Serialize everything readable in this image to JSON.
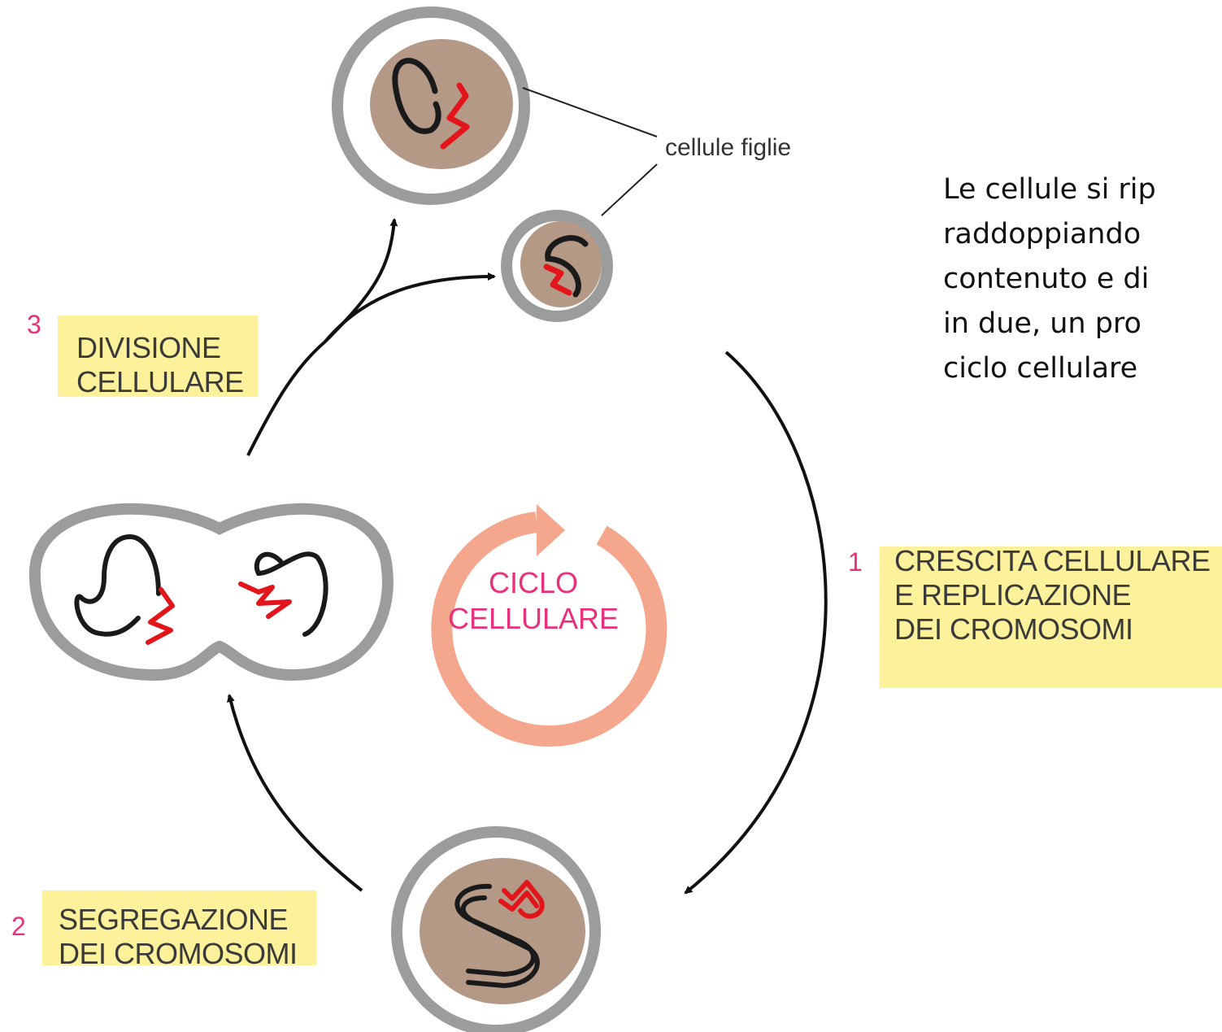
{
  "colors": {
    "membrane": "#9b9d9c",
    "nucleus": "#b49987",
    "chromosome_black": "#1a1a1a",
    "chromosome_red": "#e2151b",
    "cycle_arrow": "#f4a78c",
    "label_bg": "#fdf29b",
    "accent": "#e8317a"
  },
  "daughter_cells_label": "cellule figlie",
  "cycle_center": {
    "line1": "CICLO",
    "line2": "CELLULARE"
  },
  "steps": [
    {
      "number": "1",
      "line1": "CRESCITA CELLULARE",
      "line2": "E REPLICAZIONE",
      "line3": "DEI CROMOSOMI"
    },
    {
      "number": "2",
      "line1": "SEGREGAZIONE",
      "line2": "DEI CROMOSOMI"
    },
    {
      "number": "3",
      "line1": "DIVISIONE",
      "line2": "CELLULARE"
    }
  ],
  "side_text": {
    "line1": "Le cellule si rip",
    "line2": "raddoppiando",
    "line3": "contenuto e di",
    "line4": "in due, un pro",
    "line5": "ciclo cellulare"
  }
}
